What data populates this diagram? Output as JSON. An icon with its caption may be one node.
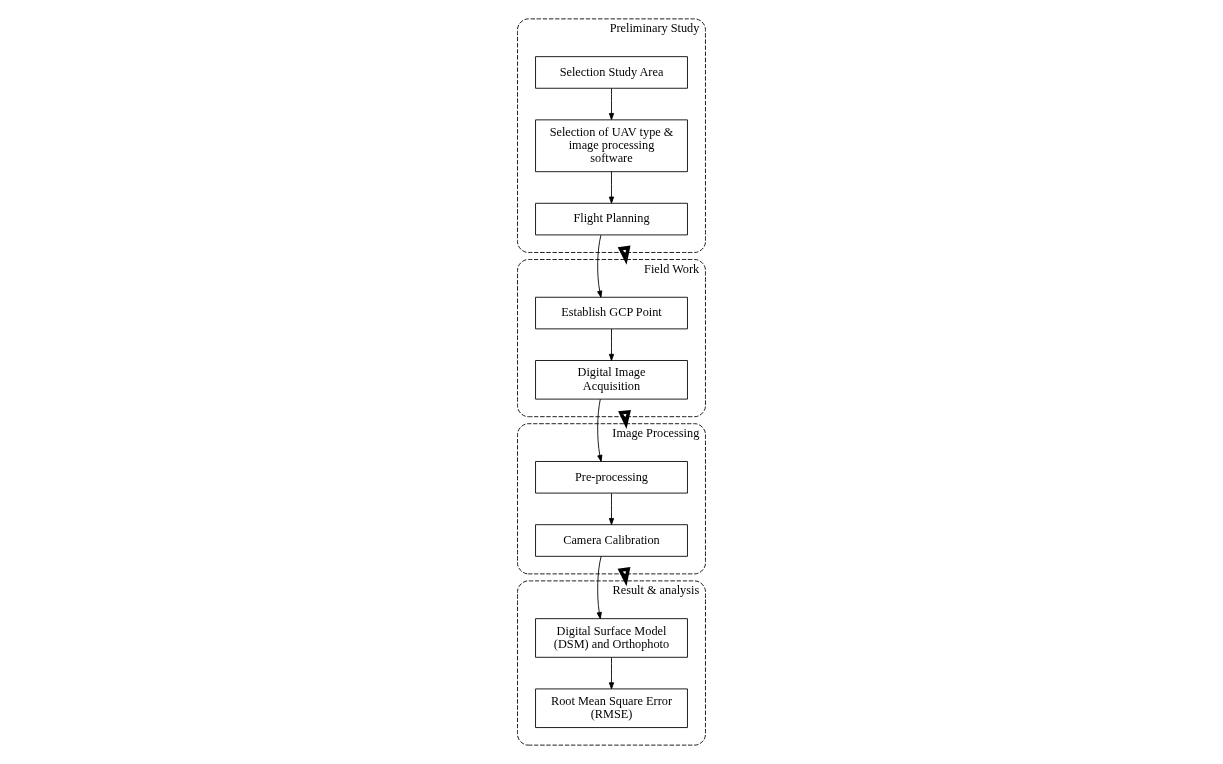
{
  "diagram": {
    "nodes": [
      {
        "text": [
          "Preliminary Study"
        ]
      },
      {
        "text": [
          "Selection Study Area"
        ],
        "in": 0
      },
      {
        "text": [
          "Selection of UAV type & image processing software"
        ],
        "in": 0
      },
      {
        "text": [
          "Flight Planning"
        ],
        "in": 0
      },
      {
        "text": [
          "Field Work"
        ]
      },
      {
        "text": [
          "Establish GCP Point"
        ],
        "in": 4
      },
      {
        "text": [
          "Digital Image Acquisition"
        ],
        "in": 4
      },
      {
        "text": [
          "Image Processing"
        ]
      },
      {
        "text": [
          "Pre-processing"
        ],
        "in": 7
      },
      {
        "text": [
          "Camera Calibration"
        ],
        "in": 7
      },
      {
        "text": [
          "Result & analysis"
        ]
      },
      {
        "text": [
          "Digital Surface Model (DSM) and Orthophoto"
        ],
        "in": 10
      },
      {
        "text": [
          "Root Mean Square Error (RMSE)"
        ],
        "in": 10
      }
    ],
    "edges": [
      {
        "from": 1,
        "to": 2,
        "arrow": "to"
      },
      {
        "from": 2,
        "to": 3,
        "arrow": "to"
      },
      {
        "from": 3,
        "to": 5,
        "arrow": "to"
      },
      {
        "from": 5,
        "to": 6,
        "arrow": "to"
      },
      {
        "from": 6,
        "to": 8,
        "arrow": "to"
      },
      {
        "from": 8,
        "to": 9,
        "arrow": "to"
      },
      {
        "from": 9,
        "to": 11,
        "arrow": "to"
      },
      {
        "from": 11,
        "to": 12,
        "arrow": "to"
      },
      {
        "from": 0,
        "to": 4,
        "arrow": "to",
        "style": "thick"
      },
      {
        "from": 4,
        "to": 7,
        "arrow": "to",
        "style": "thick"
      },
      {
        "from": 7,
        "to": 10,
        "arrow": "to",
        "style": "thick"
      }
    ]
  }
}
